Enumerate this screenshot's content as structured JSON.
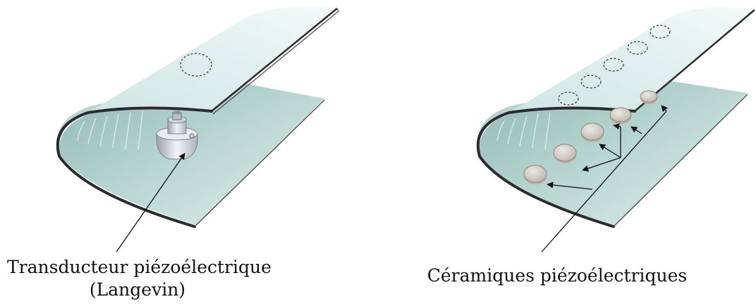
{
  "left_panel": {
    "label_line1": "Transducteur piézoélectrique",
    "label_line2": "(Langevin)"
  },
  "right_panel": {
    "label": "Céramiques piézoélectriques"
  },
  "colors": {
    "panel_light": "#e8f3f1",
    "panel_mid": "#c9e2de",
    "panel_dark": "#8fb3ad",
    "edge": "#2b2b2b",
    "ceramic": "#d7d3cc",
    "transducer": "#dfe3e6"
  }
}
